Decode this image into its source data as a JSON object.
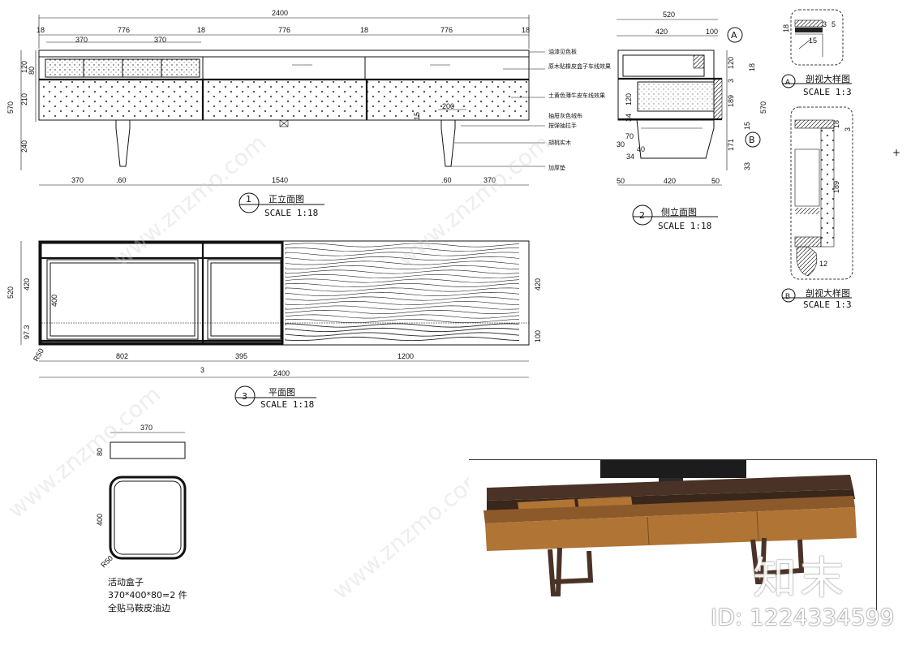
{
  "front": {
    "total": "2400",
    "top": [
      "18",
      "776",
      "18",
      "776",
      "18",
      "776",
      "18"
    ],
    "drawers": [
      "370",
      "370"
    ],
    "left_v": [
      "570",
      "120",
      "80",
      "210",
      "240"
    ],
    "bottom": [
      "370",
      ".60",
      "1540",
      ".60",
      "370"
    ],
    "mid": "200",
    "mid2": "15",
    "notes": [
      "油漆见色板",
      "原木贴橡皮盒子车线效果",
      "土黄色薄牛皮车线效果",
      "抽屉灰色绒布",
      "按弹抽拉手",
      "胡桃实木",
      "加厚垫"
    ],
    "num": "1",
    "title": "正立面图",
    "scale": "SCALE 1:18"
  },
  "side": {
    "total": "520",
    "top": [
      "420",
      "100"
    ],
    "right_v": [
      "120",
      "18",
      "3",
      "189",
      "570",
      "15",
      "171",
      "33"
    ],
    "left_v": [
      "34",
      "70",
      "30",
      "40",
      "34",
      "120"
    ],
    "bottom": [
      "50",
      "420",
      "50"
    ],
    "tag_a": "A",
    "tag_b": "B",
    "num": "2",
    "title": "侧立面图",
    "scale": "SCALE 1:18"
  },
  "plan": {
    "left_v": [
      "520",
      "420",
      "97.3"
    ],
    "inner": "400",
    "right_v": [
      "420",
      "100"
    ],
    "bottom": [
      "802",
      "395",
      "1200"
    ],
    "total": "2400",
    "small": "3",
    "radius": "R50",
    "num": "3",
    "title": "平面图",
    "scale": "SCALE 1:18"
  },
  "detail_a": {
    "dims": [
      "18",
      "3",
      "5",
      "15"
    ],
    "tag": "A",
    "title": "剖视大样图",
    "scale": "SCALE 1:3"
  },
  "detail_b": {
    "dims": [
      "18",
      "3",
      "189",
      "12"
    ],
    "tag": "B",
    "title": "剖视大样图",
    "scale": "SCALE 1:3"
  },
  "box": {
    "width": "370",
    "height": "80",
    "depth": "400",
    "radius": "R50",
    "name": "活动盒子",
    "spec": "370*400*80=2 件",
    "finish": "全贴马鞍皮油边"
  },
  "watermark": {
    "text": "www.znzmo.com",
    "logo": "知末",
    "id": "ID: 1224334599"
  },
  "colors": {
    "leather": "#b07434",
    "wood": "#4a3326",
    "tv": "#1c1c1c"
  }
}
